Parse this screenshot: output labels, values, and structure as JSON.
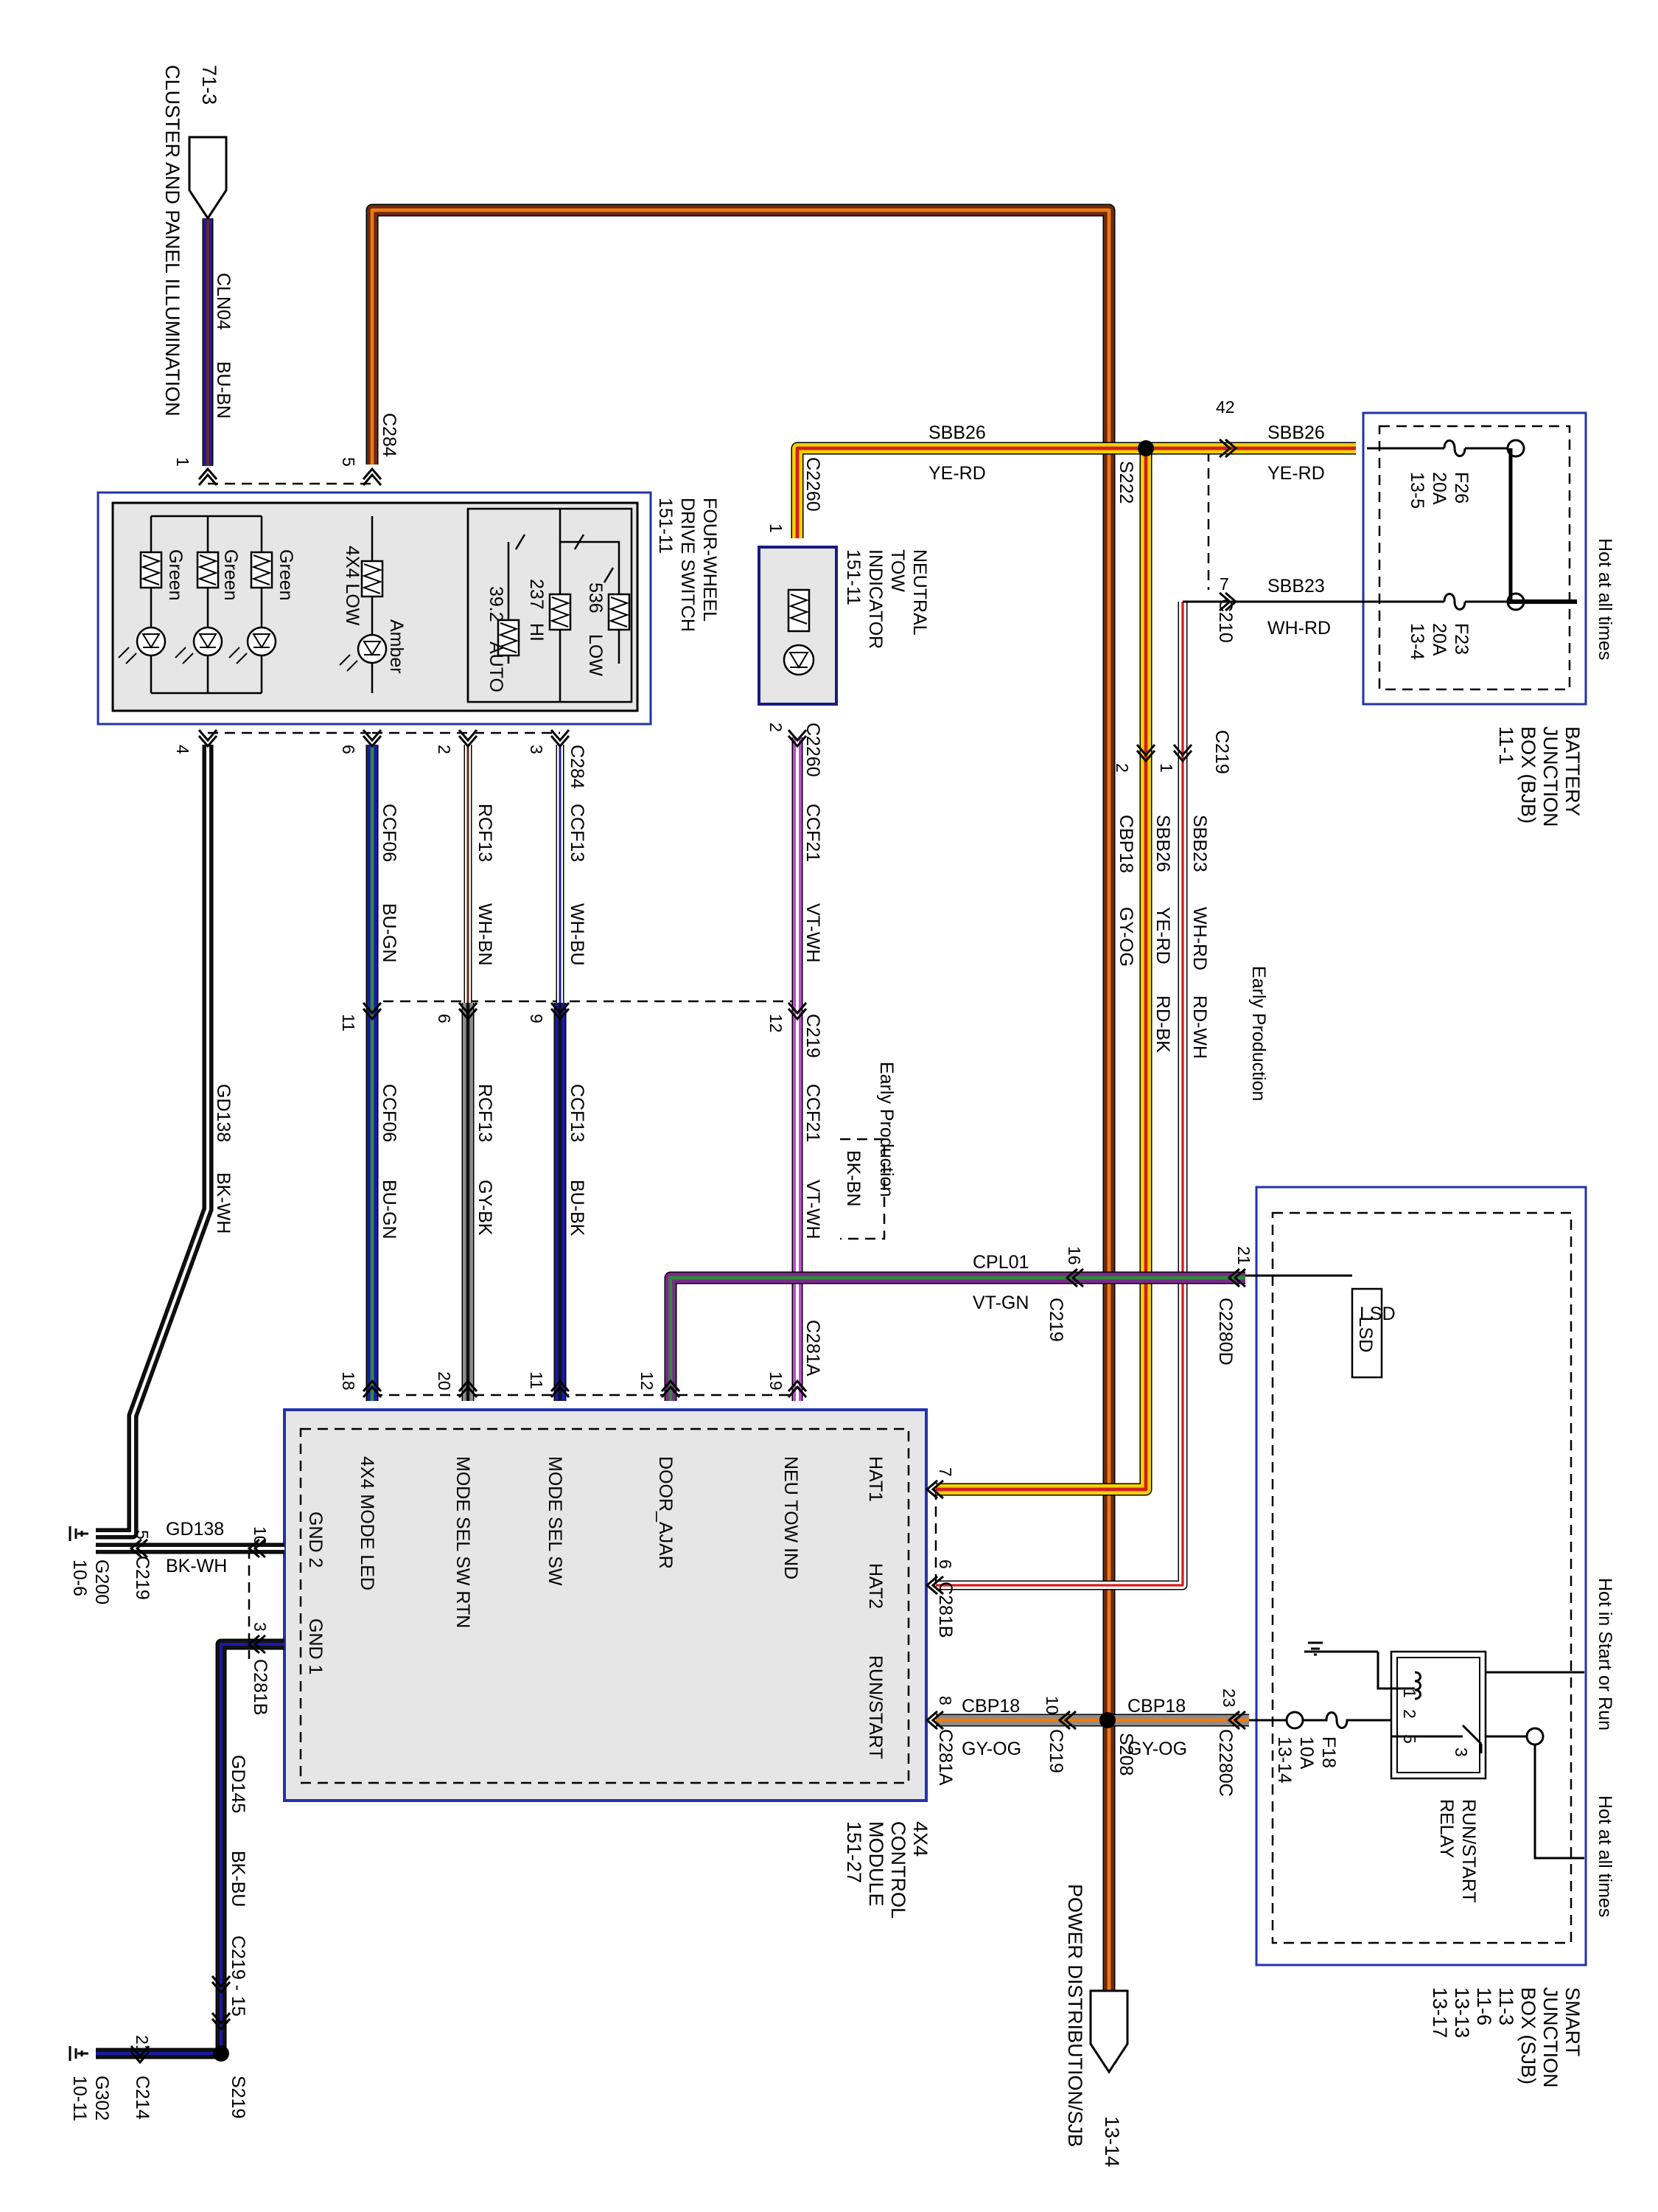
{
  "colors": {
    "blue": "#1a1aa8",
    "black": "#111111",
    "yellow": "#f2d200",
    "red": "#d21e1e",
    "orange": "#f07a10",
    "brown": "#6b2a12",
    "violet": "#c04ad0",
    "purple": "#7a2a8a",
    "white": "#ffffff",
    "gray": "#8c8c8c",
    "green": "#2e8b3a",
    "box_outline": "#2233aa",
    "box_fill": "#e6e6e6"
  },
  "components": {
    "cluster": {
      "ref": "71-3",
      "name": "CLUSTER AND PANEL ILLUMINATION"
    },
    "power_dist": {
      "ref": "13-14",
      "name": "POWER DISTRIBUTION/SJB"
    },
    "fwd_switch": {
      "line1": "FOUR-WHEEL",
      "line2": "DRIVE SWITCH",
      "ref": "151-11"
    },
    "neutral_tow": {
      "line1": "NEUTRAL",
      "line2": "TOW",
      "line3": "INDICATOR",
      "ref": "151-11"
    },
    "bjb": {
      "line1": "BATTERY",
      "line2": "JUNCTION",
      "line3": "BOX (BJB)",
      "ref": "11-1",
      "hot": "Hot at all times"
    },
    "sjb": {
      "line1": "SMART",
      "line2": "JUNCTION",
      "line3": "BOX (SJB)",
      "refs": [
        "11-3",
        "11-6",
        "13-13",
        "13-17"
      ],
      "hot_start_run": "Hot in Start or Run",
      "hot_all": "Hot at all times"
    },
    "control_module": {
      "line1": "4X4",
      "line2": "CONTROL",
      "line3": "MODULE",
      "ref": "151-27"
    },
    "relay": {
      "line1": "RUN/START",
      "line2": "RELAY"
    },
    "lsd": "LSD",
    "g200": {
      "name": "G200",
      "ref": "10-6"
    },
    "g302": {
      "name": "G302",
      "ref": "10-11"
    }
  },
  "fuses": {
    "f26": {
      "name": "F26",
      "amps": "20A",
      "ref": "13-5"
    },
    "f23": {
      "name": "F23",
      "amps": "20A",
      "ref": "13-4"
    },
    "f18": {
      "name": "F18",
      "amps": "10A",
      "ref": "13-14"
    }
  },
  "switch_labels": {
    "green": "Green",
    "amber": "Amber",
    "mode_4x4low": "4X4 LOW",
    "r536": "536",
    "low": "LOW",
    "r237": "237",
    "hi": "HI",
    "r39": "39.2",
    "auto": "AUTO"
  },
  "module_pins": {
    "hat1": "HAT1",
    "hat2": "HAT2",
    "run_start": "RUN/START",
    "neu_tow_ind": "NEU TOW IND",
    "door_ajar": "DOOR_AJAR",
    "mode_sel_sw": "MODE SEL SW",
    "mode_sel_sw_rtn": "MODE SEL SW RTN",
    "mode_led": "4X4 MODE LED",
    "gnd2": "GND 2",
    "gnd1": "GND 1"
  },
  "circuits": {
    "cln04": {
      "name": "CLN04",
      "color": "BU-BN"
    },
    "c284": "C284",
    "sbb26": {
      "name": "SBB26",
      "color": "YE-RD"
    },
    "sbb23": {
      "name": "SBB23",
      "color": "WH-RD"
    },
    "ccf06": {
      "name": "CCF06",
      "color": "BU-GN"
    },
    "rcf13a": {
      "name": "RCF13",
      "color": "WH-BN"
    },
    "rcf13b": {
      "name": "RCF13",
      "color": "GY-BK"
    },
    "ccf13a": {
      "name": "CCF13",
      "color": "WH-BU"
    },
    "ccf13b": {
      "name": "CCF13",
      "color": "BU-BK"
    },
    "ccf21": {
      "name": "CCF21",
      "color": "VT-WH"
    },
    "gd138": {
      "name": "GD138",
      "color": "BK-WH"
    },
    "gd145": {
      "name": "GD145",
      "color": "BK-BU"
    },
    "cpl01": {
      "name": "CPL01",
      "color": "VT-GN"
    },
    "cbp18": {
      "name": "CBP18",
      "color": "GY-OG"
    },
    "early_prod": "Early Production",
    "rd_wh": "RD-WH",
    "rd_bk": "RD-BK",
    "bk_bn": "BK-BN"
  },
  "connectors": {
    "c2260": "C2260",
    "c210": "C210",
    "c219": "C219",
    "c281a": "C281A",
    "c281b": "C281B",
    "c2280d": "C2280D",
    "c2280c": "C2280C",
    "c219_15": "C219 - 15",
    "c214": "C214",
    "s222": "S222",
    "s208": "S208",
    "s219": "S219"
  },
  "pins": {
    "p1": "1",
    "p2": "2",
    "p3": "3",
    "p4": "4",
    "p5": "5",
    "p6": "6",
    "p7": "7",
    "p8": "8",
    "p9": "9",
    "p10": "10",
    "p11": "11",
    "p12": "12",
    "p15": "15",
    "p16": "16",
    "p18": "18",
    "p19": "19",
    "p20": "20",
    "p21": "21",
    "p23": "23",
    "p42": "42"
  }
}
